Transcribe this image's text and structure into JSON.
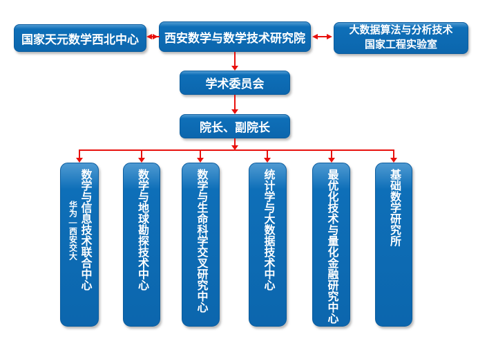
{
  "nodes": {
    "top": [
      {
        "label": "国家天元数学西北中心"
      },
      {
        "label": "西安数学与数学技术研究院"
      },
      {
        "line1": "大数据算法与分析技术",
        "line2": "国家工程实验室"
      }
    ],
    "mid": [
      {
        "label": "学术委员会"
      },
      {
        "label": "院长、副院长"
      }
    ],
    "bottom": [
      {
        "label": "数学与信息技术联合中心",
        "prefix": "华为—西安交大"
      },
      {
        "label": "数学与地球勘探技术中心"
      },
      {
        "label": "数学与生命科学交叉研究中心"
      },
      {
        "label": "统计学与大数据技术中心"
      },
      {
        "label": "最优化技术与量化金融研究中心"
      },
      {
        "label": "基础数学研究所"
      }
    ]
  },
  "edges": [
    {
      "from": "国家天元数学西北中心",
      "to": "西安数学与数学技术研究院",
      "type": "double-arrow"
    },
    {
      "from": "西安数学与数学技术研究院",
      "to": "大数据算法与分析技术国家工程实验室",
      "type": "double-arrow"
    },
    {
      "from": "西安数学与数学技术研究院",
      "to": "学术委员会",
      "type": "arrow-down"
    },
    {
      "from": "学术委员会",
      "to": "院长、副院长",
      "type": "arrow-down"
    },
    {
      "from": "院长、副院长",
      "to": "数学与信息技术联合中心|数学与地球勘探技术中心|数学与生命科学交叉研究中心|统计学与大数据技术中心|最优化技术与量化金融研究中心|基础数学研究所",
      "type": "branch-arrows-down"
    }
  ],
  "colors": {
    "box_fill": "#0e6fb8",
    "box_fill_light": "#4f9ad2",
    "box_fill_dark": "#0c66ad",
    "box_border": "#0a5c9e",
    "arrow": "#e8100c",
    "text": "#ffffff",
    "background": "#ffffff"
  }
}
